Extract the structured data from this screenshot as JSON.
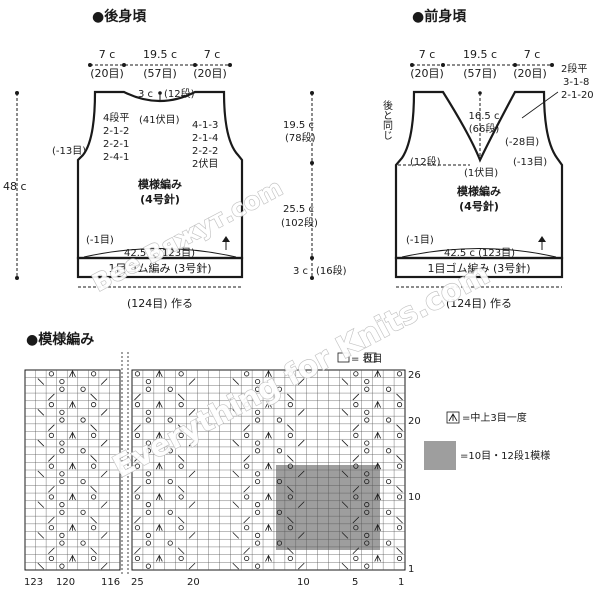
{
  "back": {
    "title": "●後身頃",
    "top_widths": [
      "7 c",
      "19.5 c",
      "7 c"
    ],
    "top_counts": [
      "(20目)",
      "(57目)",
      "(20目)"
    ],
    "neck_depth": "3 c",
    "neck_rows": "(12段)",
    "neck_bind": "(41伏目)",
    "left_dec": [
      "4段平",
      "2-1-2",
      "2-2-1",
      "2-4-1"
    ],
    "right_dec": [
      "4-1-3",
      "2-1-4",
      "2-2-2",
      "2伏目"
    ],
    "side_inc": "(-13目)",
    "pattern": "模様編み",
    "needle": "(4号針)",
    "hem_inc": "(-1目)",
    "bottom_width": "42.5 c (123目)",
    "rib": "1目ゴム編み (3号針)",
    "cast_on": "(124目) 作る",
    "total_height": "48 c"
  },
  "middle": {
    "h1": "19.5 c",
    "r1": "(78段)",
    "h2": "25.5 c",
    "r2": "(102段)",
    "h3": "3 c",
    "r3": "(16段)"
  },
  "front": {
    "title": "●前身頃",
    "top_widths": [
      "7 c",
      "19.5 c",
      "7 c"
    ],
    "top_counts": [
      "(20目)",
      "(57目)",
      "(20目)"
    ],
    "v_dec": [
      "2段平",
      "3-1-8",
      "2-1-20"
    ],
    "v_depth": "16.5 c",
    "v_rows": "(66段)",
    "side_note": "後と同じ",
    "v_side": "(-28目)",
    "left_rows": "(12段)",
    "center_bind": "(1伏目)",
    "side_inc": "(-13目)",
    "pattern": "模様編み",
    "needle": "(4号針)",
    "hem_inc": "(-1目)",
    "bottom_width": "42.5 c (123目)",
    "rib": "1目ゴム編み (3号針)",
    "cast_on": "(124目) 作る"
  },
  "chart": {
    "title": "●模様編み",
    "knit_legend": "= 表目",
    "dec_legend": "=中上3目一度",
    "repeat_legend": "=10目・12段1模様",
    "x_labels_left": [
      "123",
      "120",
      "116"
    ],
    "x_labels_right": [
      "25",
      "20",
      "10",
      "5",
      "1"
    ],
    "y_labels": [
      "26",
      "20",
      "10",
      "1"
    ]
  },
  "watermarks": [
    "Bee Вяжут.com",
    "Everything for Knits.com"
  ],
  "colors": {
    "repeat_box": "#9e9e9e",
    "line": "#1a1a1a"
  }
}
